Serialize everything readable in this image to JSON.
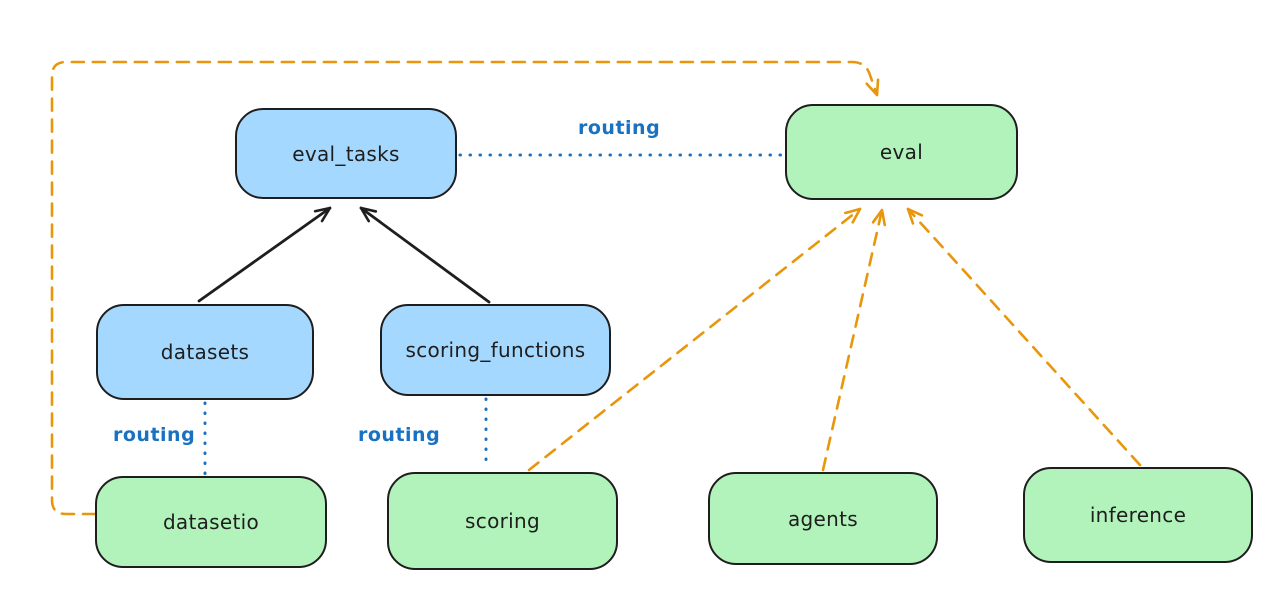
{
  "diagram": {
    "background": "#ffffff",
    "colors": {
      "blue_node_fill": "#a5d8ff",
      "green_node_fill": "#b2f2bb",
      "node_stroke": "#1e1e1e",
      "routing_blue": "#1971c2",
      "dashed_orange": "#e8960c"
    },
    "nodes": [
      {
        "id": "eval_tasks",
        "label": "eval_tasks",
        "fill": "blue"
      },
      {
        "id": "eval",
        "label": "eval",
        "fill": "green"
      },
      {
        "id": "datasets",
        "label": "datasets",
        "fill": "blue"
      },
      {
        "id": "scoring_functions",
        "label": "scoring_functions",
        "fill": "blue"
      },
      {
        "id": "datasetio",
        "label": "datasetio",
        "fill": "green"
      },
      {
        "id": "scoring",
        "label": "scoring",
        "fill": "green"
      },
      {
        "id": "agents",
        "label": "agents",
        "fill": "green"
      },
      {
        "id": "inference",
        "label": "inference",
        "fill": "green"
      }
    ],
    "edges": [
      {
        "from": "datasets",
        "to": "eval_tasks",
        "style": "solid-arrow",
        "color": "black"
      },
      {
        "from": "scoring_functions",
        "to": "eval_tasks",
        "style": "solid-arrow",
        "color": "black"
      },
      {
        "from": "eval_tasks",
        "to": "eval",
        "style": "dotted",
        "color": "blue",
        "label": "routing"
      },
      {
        "from": "datasets",
        "to": "datasetio",
        "style": "dotted",
        "color": "blue",
        "label": "routing"
      },
      {
        "from": "scoring_functions",
        "to": "scoring",
        "style": "dotted",
        "color": "blue",
        "label": "routing"
      },
      {
        "from": "datasetio",
        "to": "eval",
        "style": "dashed-arrow",
        "color": "orange"
      },
      {
        "from": "scoring",
        "to": "eval",
        "style": "dashed-arrow",
        "color": "orange"
      },
      {
        "from": "agents",
        "to": "eval",
        "style": "dashed-arrow",
        "color": "orange"
      },
      {
        "from": "inference",
        "to": "eval",
        "style": "dashed-arrow",
        "color": "orange"
      }
    ]
  }
}
